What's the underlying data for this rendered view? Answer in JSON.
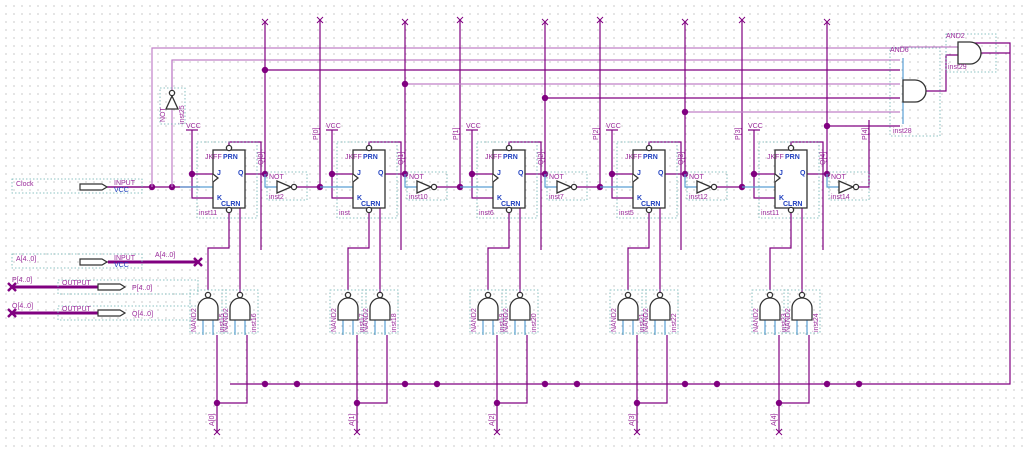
{
  "app": "Quartus Block Diagram Editor",
  "pins": {
    "inputs": [
      {
        "name": "Clock",
        "type": "INPUT",
        "default": "VCC"
      },
      {
        "name": "A[4..0]",
        "type": "INPUT",
        "default": "VCC",
        "bus_label": "A[4..0]"
      }
    ],
    "outputs": [
      {
        "name": "P[4..0]",
        "type": "OUTPUT",
        "bus_label": "P[4..0]"
      },
      {
        "name": "Q[4..0]",
        "type": "OUTPUT",
        "bus_label": "Q[4..0]"
      }
    ]
  },
  "flipflops": [
    {
      "type": "JKFF",
      "inst": "inst11",
      "q_label": "Q[0]",
      "p_label": "",
      "not_inst": "inst2"
    },
    {
      "type": "JKFF",
      "inst": "inst",
      "q_label": "Q[1]",
      "p_label": "P[0]",
      "not_inst": "inst10"
    },
    {
      "type": "JKFF",
      "inst": "inst6",
      "q_label": "Q[2]",
      "p_label": "P[1]",
      "not_inst": "inst7"
    },
    {
      "type": "JKFF",
      "inst": "inst5",
      "q_label": "Q[3]",
      "p_label": "P[2]",
      "not_inst": "inst12"
    },
    {
      "type": "JKFF",
      "inst": "inst11",
      "q_label": "Q[4]",
      "p_label": "P[3]",
      "not_inst": "inst14"
    }
  ],
  "ff_pins": {
    "prn": "PRN",
    "clrn": "CLRN",
    "j": "J",
    "k": "K",
    "q": "Q"
  },
  "vcc_label": "VCC",
  "not_type": "NOT",
  "top_not": {
    "type": "NOT",
    "inst": "inst25"
  },
  "p4_label": "P[4]",
  "nand_pairs": [
    {
      "type": "NAND2",
      "insts": [
        "inst15",
        "inst16"
      ],
      "a_label": "A[0]"
    },
    {
      "type": "NAND2",
      "insts": [
        "inst17",
        "inst18"
      ],
      "a_label": "A[1]"
    },
    {
      "type": "NAND2",
      "insts": [
        "inst19",
        "inst20"
      ],
      "a_label": "A[2]"
    },
    {
      "type": "NAND2",
      "insts": [
        "inst21",
        "inst22"
      ],
      "a_label": "A[3]"
    },
    {
      "type": "NAND2",
      "insts": [
        "inst23",
        "inst24"
      ],
      "a_label": "A[4]"
    }
  ],
  "and6": {
    "type": "AND6",
    "inst": "inst28"
  },
  "and2": {
    "type": "AND2",
    "inst": "inst29"
  }
}
